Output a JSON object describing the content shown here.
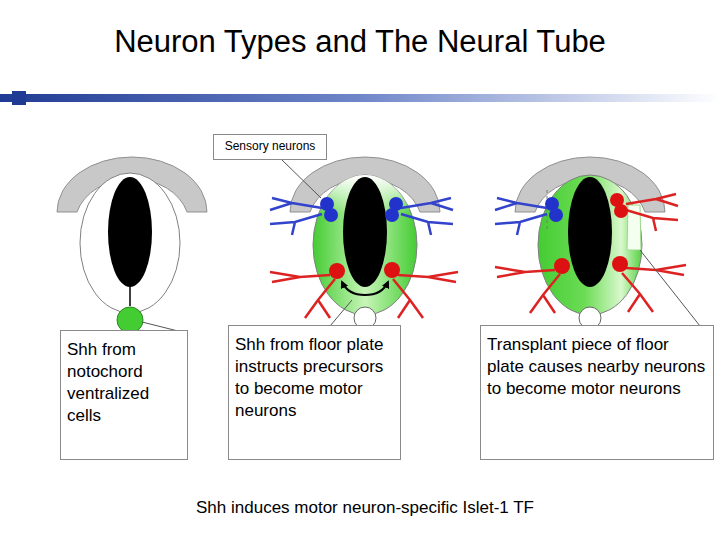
{
  "diagram": {
    "title": "Neuron Types and The Neural Tube",
    "caption": "Shh induces motor neuron-specific Islet-1 TF",
    "nodes": [
      {
        "text": [
          "Sensory neurons"
        ]
      },
      {
        "text": [
          "Shh from notochord ventralized cells"
        ]
      },
      {
        "text": [
          "Shh from floor plate instructs precursors to become motor neurons"
        ]
      },
      {
        "text": [
          "Transplant piece of floor plate causes nearby neurons to become motor neurons"
        ]
      }
    ],
    "edges": []
  }
}
